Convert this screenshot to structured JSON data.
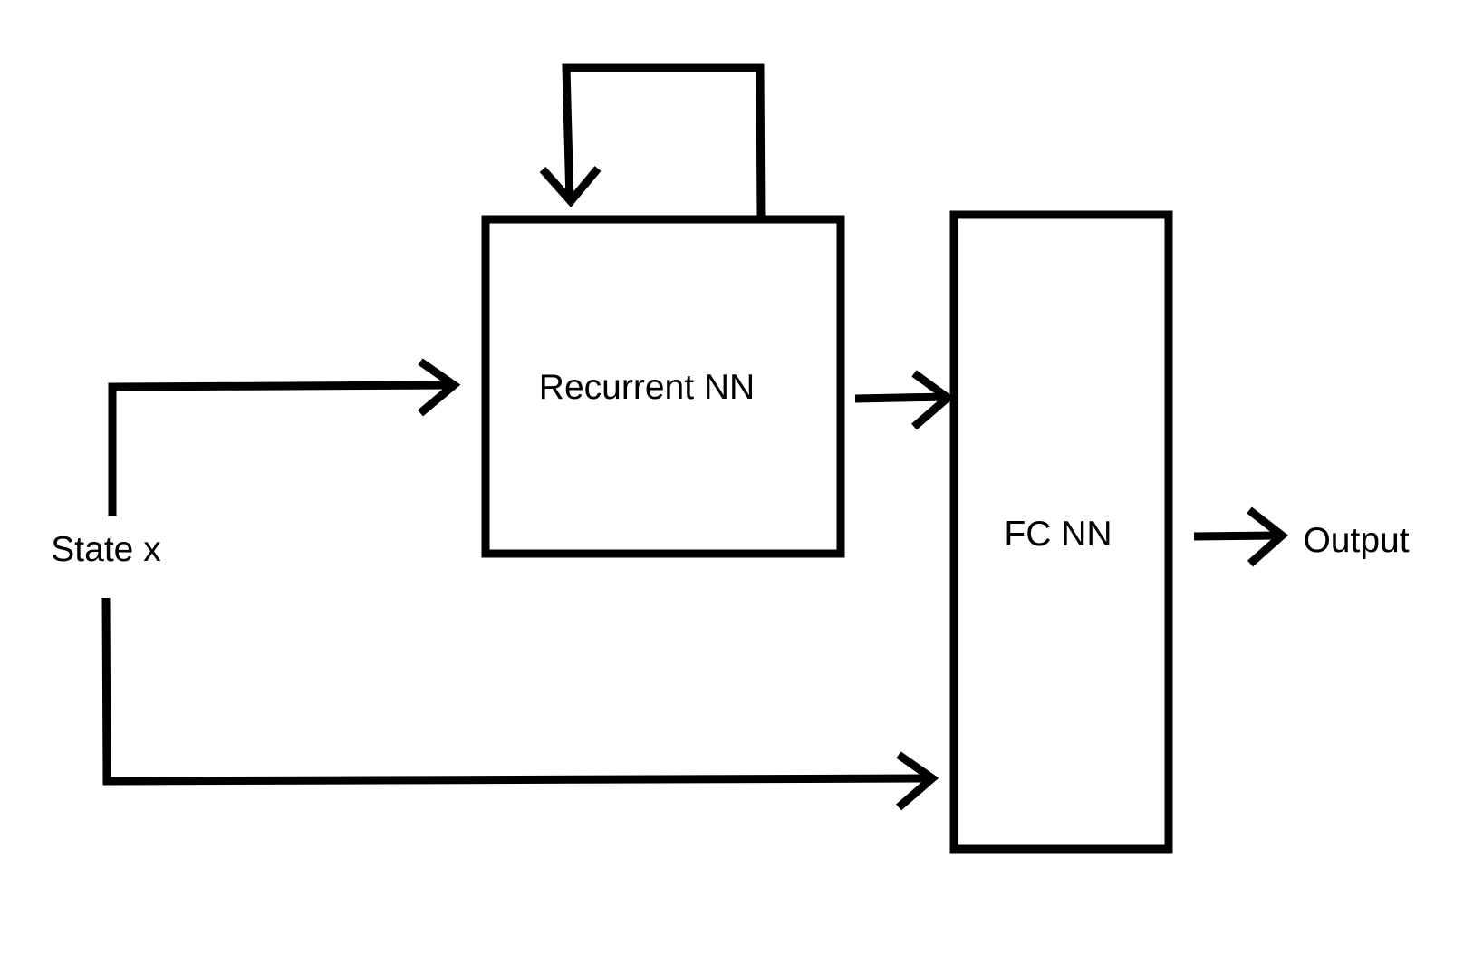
{
  "diagram": {
    "type": "block-diagram",
    "nodes": {
      "state": {
        "label": "State x"
      },
      "rnn": {
        "label": "Recurrent NN"
      },
      "fc": {
        "label": "FC NN"
      },
      "output": {
        "label": "Output"
      }
    },
    "edges": [
      {
        "from": "state",
        "to": "rnn"
      },
      {
        "from": "rnn",
        "to": "rnn",
        "kind": "self-loop"
      },
      {
        "from": "rnn",
        "to": "fc"
      },
      {
        "from": "state",
        "to": "fc"
      },
      {
        "from": "fc",
        "to": "output"
      }
    ],
    "colors": {
      "stroke": "#000000",
      "background": "#ffffff"
    }
  }
}
